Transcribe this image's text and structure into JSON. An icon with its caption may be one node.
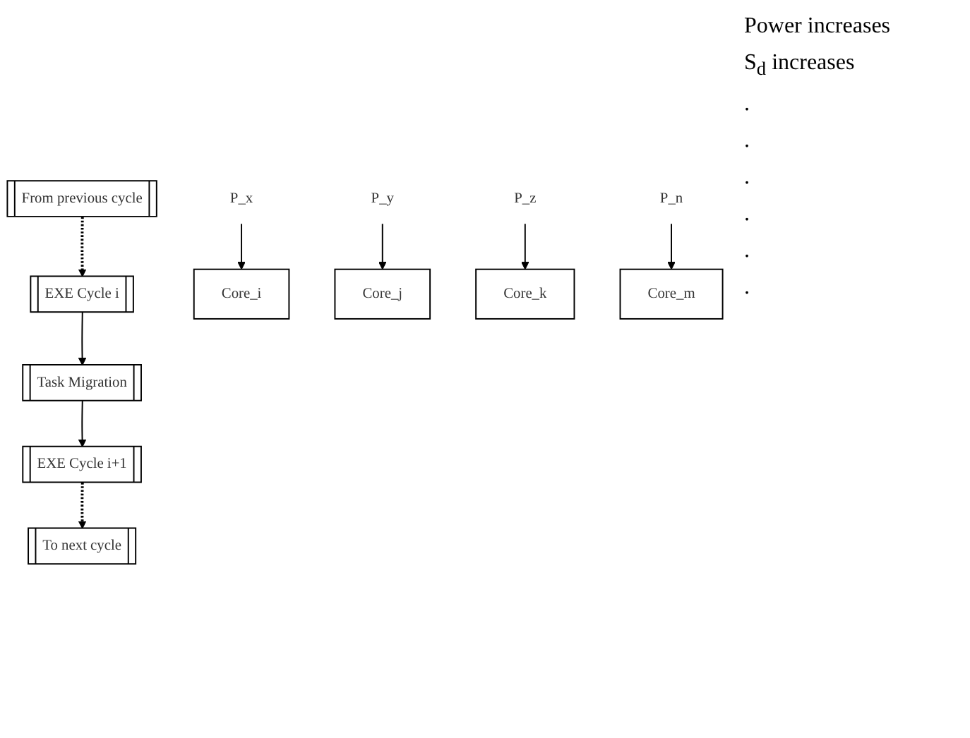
{
  "diagram": {
    "nodes": [
      {
        "text": [
          "From previous cycle"
        ]
      },
      {
        "text": [
          "EXE Cycle i"
        ]
      },
      {
        "text": [
          "Task Migration"
        ]
      },
      {
        "text": [
          "EXE Cycle i+1"
        ]
      },
      {
        "text": [
          "To next cycle"
        ]
      },
      {
        "text": [
          "P_x"
        ]
      },
      {
        "text": [
          "Core_i"
        ]
      },
      {
        "text": [
          "P_y"
        ]
      },
      {
        "text": [
          "Core_j"
        ]
      },
      {
        "text": [
          "P_z"
        ]
      },
      {
        "text": [
          "Core_k"
        ]
      },
      {
        "text": [
          "P_n"
        ]
      },
      {
        "text": [
          "Core_m"
        ]
      }
    ],
    "edges": [
      {
        "from": 0,
        "to": 1,
        "arrow": "to",
        "style": "dashed"
      },
      {
        "from": 1,
        "to": 2,
        "arrow": "to"
      },
      {
        "from": 2,
        "to": 3,
        "arrow": "to"
      },
      {
        "from": 3,
        "to": 4,
        "arrow": "to",
        "style": "dashed"
      },
      {
        "from": 5,
        "to": 6,
        "arrow": "to"
      },
      {
        "from": 7,
        "to": 8,
        "arrow": "to"
      },
      {
        "from": 9,
        "to": 10,
        "arrow": "to"
      },
      {
        "from": 11,
        "to": 12,
        "arrow": "to"
      }
    ],
    "labels": [
      "Power increases",
      "S$_{d}$ increases",
      ".",
      ".",
      ".",
      ".",
      ".",
      "."
    ]
  }
}
